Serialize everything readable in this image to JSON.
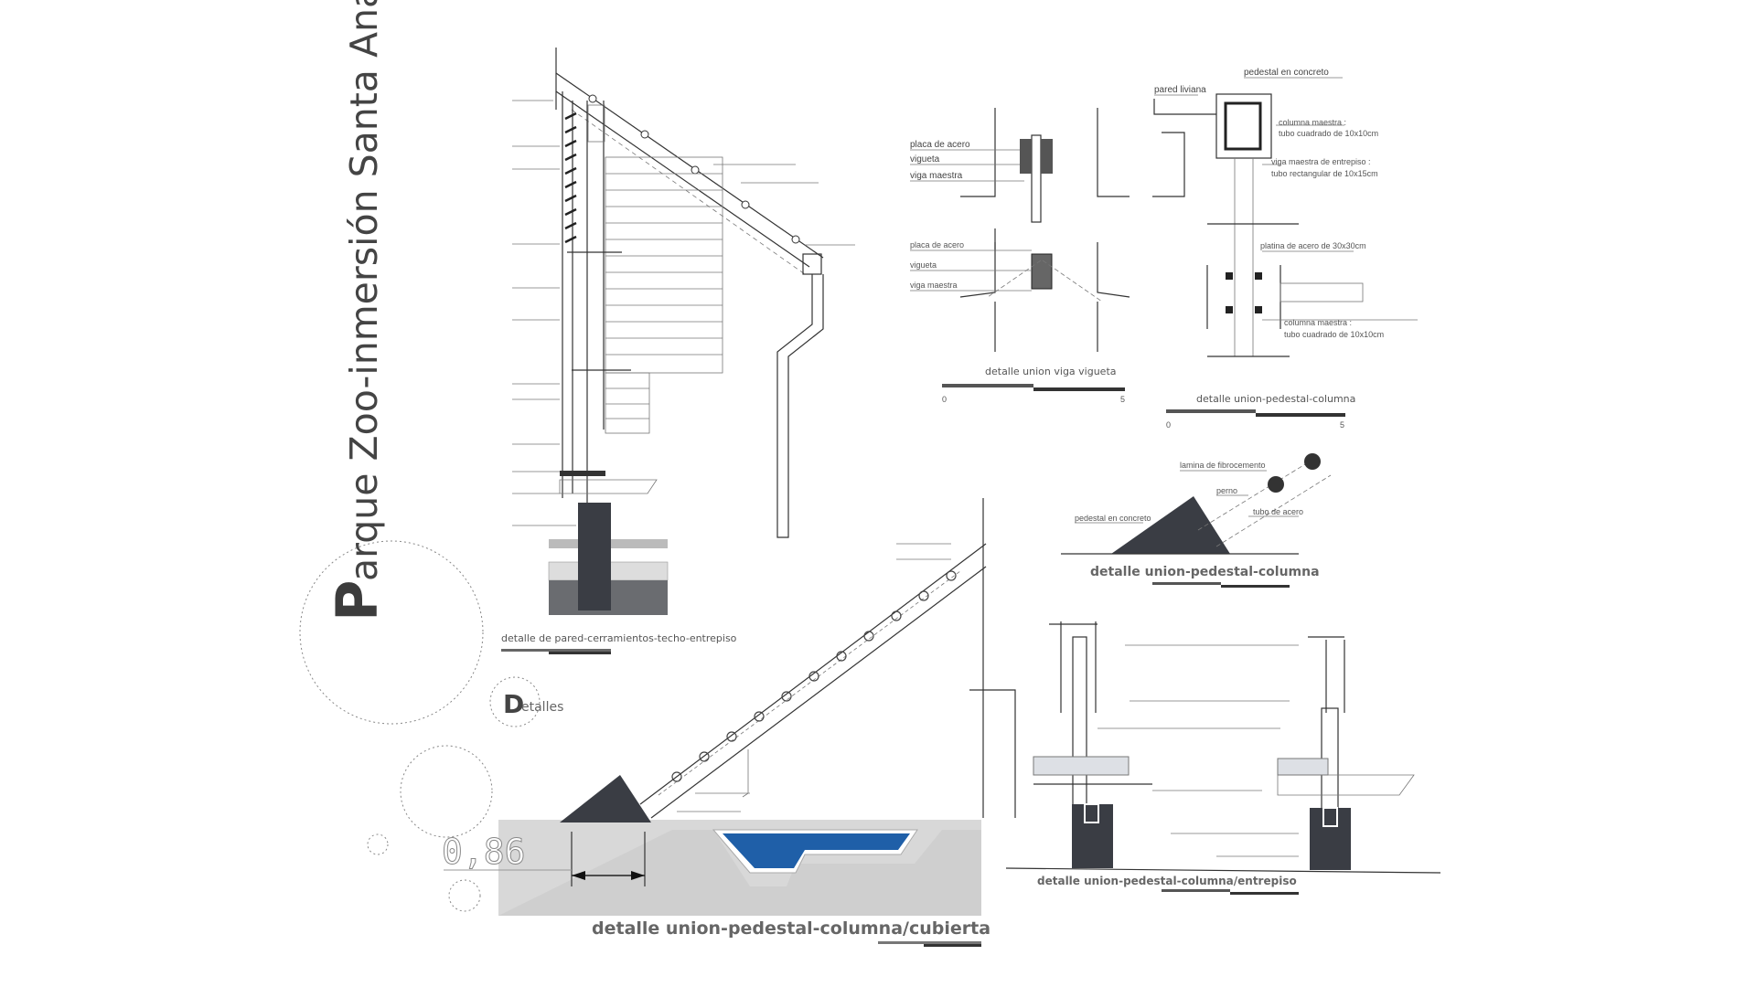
{
  "sheet": {
    "title_initial": "P",
    "title_rest": "arque Zoo-inmersión Santa Ana",
    "subtitle_initial": "D",
    "subtitle_rest": "etalles",
    "dimension": "0,86"
  },
  "details": {
    "wall": {
      "title": "detalle de pared-cerramientos-techo-entrepiso"
    },
    "roof": {
      "title": "detalle union-pedestal-columna/cubierta"
    },
    "beam": {
      "title": "detalle union viga vigueta",
      "labels": [
        "placa de acero",
        "vigueta",
        "viga maestra",
        "placa de acero",
        "vigueta",
        "viga maestra"
      ],
      "scale_start": "0",
      "scale_end": "5"
    },
    "pedestal": {
      "title": "detalle union-pedestal-columna",
      "labels": [
        "pedestal en concreto",
        "pared liviana",
        "columna maestra :",
        "tubo cuadrado de 10x10cm",
        "viga maestra de entrepiso :",
        "tubo rectangular de 10x15cm",
        "platina de acero de 30x30cm",
        "columna maestra :",
        "tubo cuadrado de 10x10cm"
      ],
      "scale_start": "0",
      "scale_end": "5"
    },
    "pedestal_diag": {
      "title": "detalle union-pedestal-columna",
      "labels": [
        "lamina de fibrocemento",
        "perno",
        "tubo de acero",
        "pedestal en concreto"
      ]
    },
    "floor": {
      "title": "detalle union-pedestal-columna/entrepiso"
    }
  },
  "colors": {
    "water": "#1f5fa8",
    "concrete": "#3a3d44",
    "ground": "#d8d8d8"
  }
}
